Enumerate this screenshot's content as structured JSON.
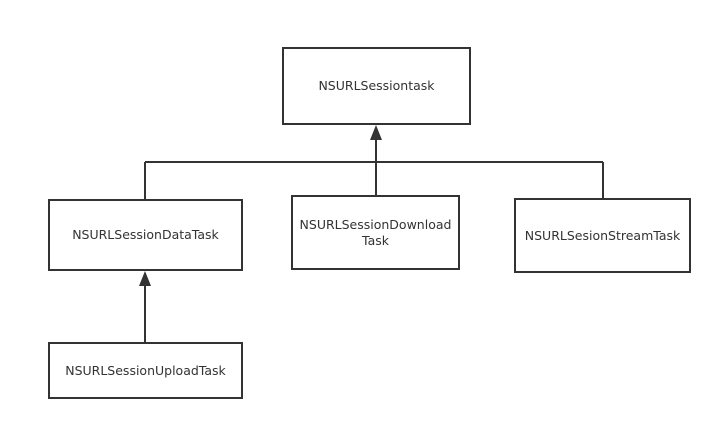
{
  "diagram": {
    "nodes": {
      "session_task": "NSURLSessiontask",
      "data_task": "NSURLSessionDataTask",
      "download_task": "NSURLSessionDownloadTask",
      "stream_task": "NSURLSesionStreamTask",
      "upload_task": "NSURLSessionUploadTask"
    },
    "edges": [
      {
        "from": "data_task",
        "to": "session_task",
        "type": "inheritance"
      },
      {
        "from": "download_task",
        "to": "session_task",
        "type": "inheritance"
      },
      {
        "from": "stream_task",
        "to": "session_task",
        "type": "inheritance"
      },
      {
        "from": "upload_task",
        "to": "data_task",
        "type": "inheritance"
      }
    ],
    "colors": {
      "stroke": "#333333",
      "background": "#ffffff"
    }
  }
}
